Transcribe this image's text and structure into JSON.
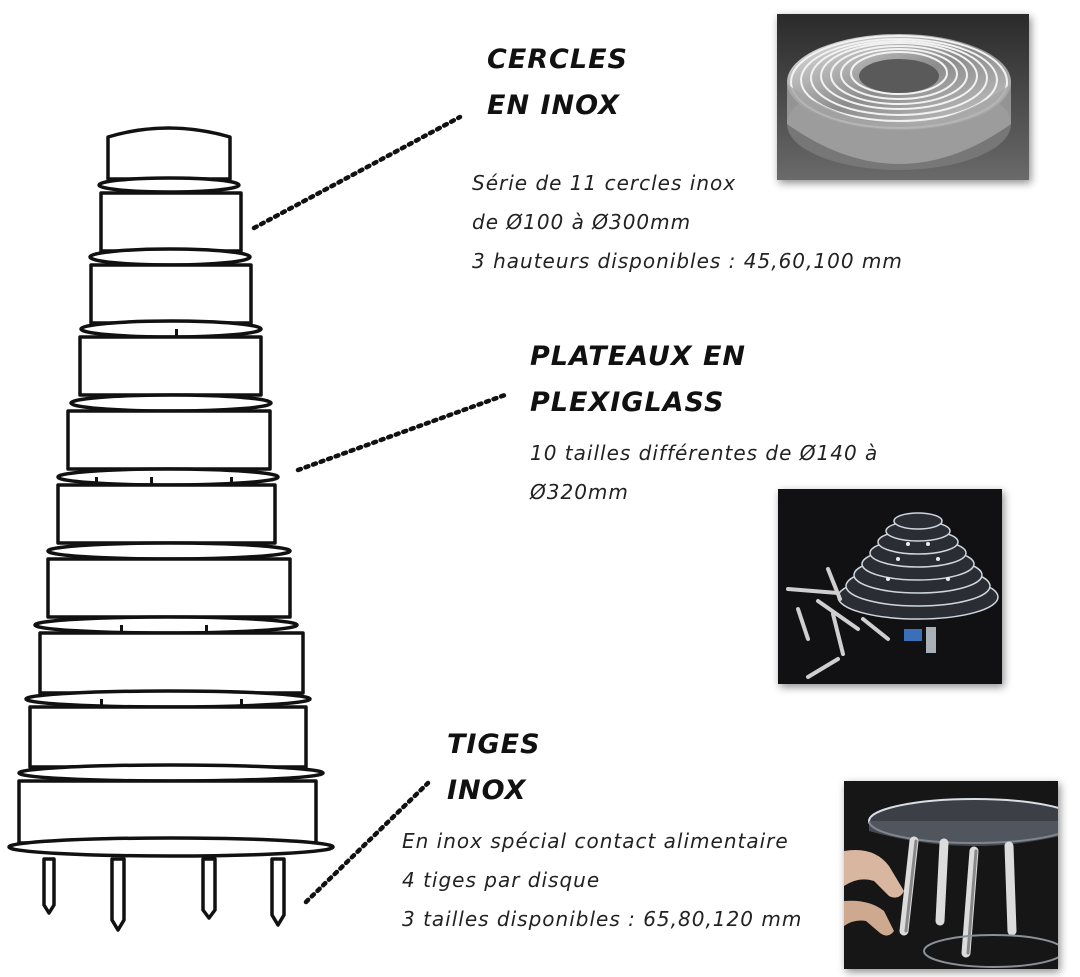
{
  "sections": [
    {
      "id": "cercles",
      "title_lines": [
        "CERCLES",
        "EN INOX"
      ],
      "desc_lines": [
        "Série de 11 cercles inox",
        "de Ø100 à Ø300mm",
        "3 hauteurs disponibles : 45,60,100 mm"
      ]
    },
    {
      "id": "plateaux",
      "title_lines": [
        "PLATEAUX EN",
        "PLEXIGLASS"
      ],
      "desc_lines": [
        "10 tailles différentes de Ø140 à",
        "Ø320mm"
      ]
    },
    {
      "id": "tiges",
      "title_lines": [
        "TIGES",
        "INOX"
      ],
      "desc_lines": [
        "En inox spécial contact alimentaire",
        "4 tiges par disque",
        "3 tailles disponibles : 65,80,120 mm"
      ]
    }
  ]
}
